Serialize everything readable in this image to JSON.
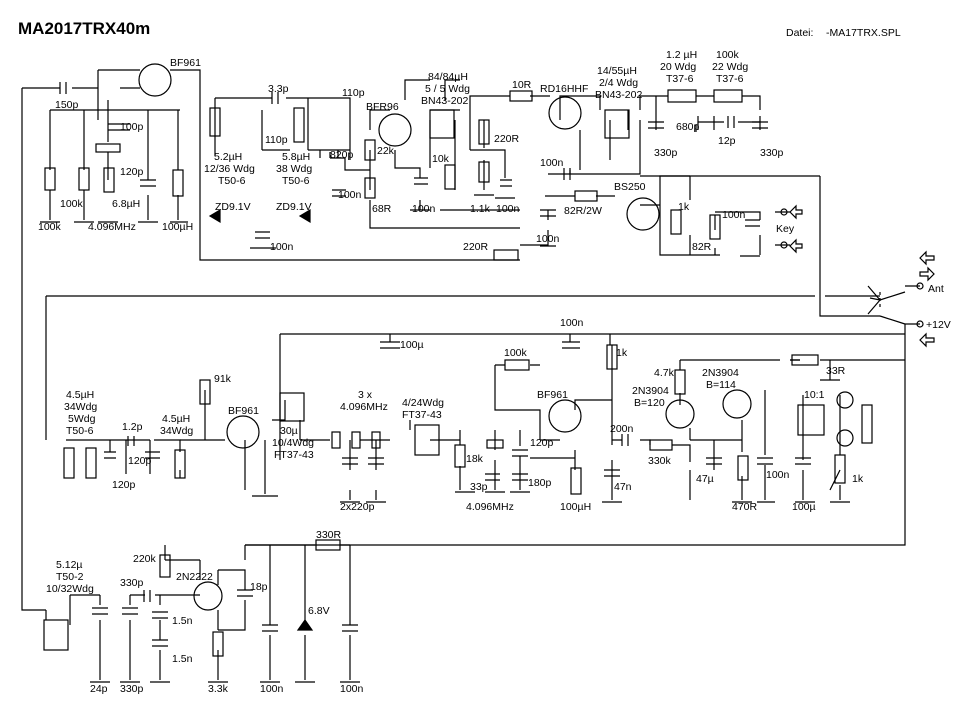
{
  "header": {
    "title": "MA2017TRX40m",
    "file_label": "Datei:",
    "file_name": "-MA17TRX.SPL"
  },
  "rx_front": {
    "q1": "BF961",
    "c_in": "150p",
    "c_bias": "100p",
    "r_gate": "100k",
    "r_gate2": "100k",
    "xtal_freq": "4.096MHz",
    "c_xtal": "120p",
    "l_xtal": "6.8µH",
    "choke": "100µH",
    "zener1": "ZD9.1V",
    "zener2": "ZD9.1V",
    "c_zener": "100n"
  },
  "rx_filter": {
    "c_couple": "3.3p",
    "c_trim1": "110p",
    "c_trim2": "110p",
    "l1_ind": "5.2µH",
    "l1_wdg": "12/36 Wdg",
    "l1_core": "T50-6",
    "l2_ind": "5.8µH",
    "l2_wdg": "38 Wdg",
    "l2_core": "T50-6",
    "c_820p": "820p",
    "q_bfr": "BFR96",
    "r_22k": "22k",
    "r_68r": "68R",
    "c_100n_a": "100n",
    "c_100n_b": "100n"
  },
  "pa_driver": {
    "t_ind": "84/84µH",
    "t_wdg": "5 / 5 Wdg",
    "t_core": "BN43-202",
    "r_10k": "10k",
    "r_220r": "220R",
    "r_1k1": "1.1k",
    "c_100n": "100n",
    "r_10r": "10R",
    "q_pa": "RD16HHF",
    "c_100n_pa": "100n"
  },
  "lowpass": {
    "t_ind": "14/55µH",
    "t_wdg": "2/4 Wdg",
    "t_core": "BN43-202",
    "l1_ind": "1.2 µH",
    "l1_wdg": "20 Wdg",
    "l1_core": "T37-6",
    "l2_ind": "100k",
    "l2_wdg": "22 Wdg",
    "l2_core": "T37-6",
    "c1": "330p",
    "c2": "680p",
    "c3": "12p",
    "c4": "330p"
  },
  "switching": {
    "q_sw": "BS250",
    "r_82r2w": "82R/2W",
    "r_1k": "1k",
    "c_100n": "100n",
    "c_100n_b": "100n",
    "r_82r": "82R",
    "key": "Key",
    "r_220r": "220R",
    "ant": "Ant",
    "vcc": "+12V"
  },
  "rx_chain": {
    "l_in_ind": "4.5µH",
    "l_in_wdg": "34Wdg",
    "l_in_wdg2": "5Wdg",
    "l_in_core": "T50-6",
    "c_12p": "1.2p",
    "c_120p_a": "120p",
    "c_120p_b": "120p",
    "l2_ind": "4.5µH",
    "l2_wdg": "34Wdg",
    "r_91k": "91k",
    "q_mix": "BF961",
    "t_mix_ind": "30µ",
    "t_mix_wdg": "10/4Wdg",
    "t_mix_core": "FT37-43",
    "xtal_count": "3 x",
    "xtal_freq": "4.096MHz",
    "c_2x220p": "2x220p",
    "t_if_wdg": "4/24Wdg",
    "t_if_core": "FT37-43",
    "r_18k": "18k",
    "c_33p": "33p",
    "xtal2_freq": "4.096MHz",
    "r_100k": "100k",
    "q_det": "BF961",
    "c_120p": "120p",
    "c_180p": "180p",
    "l_100uh": "100µH",
    "c_47n": "47n",
    "c_100n": "100n",
    "r_1k": "1k",
    "c_100u": "100µ"
  },
  "af_amp": {
    "c_200n": "200n",
    "r_330k": "330k",
    "r_47k": "4.7k",
    "q1": "2N3904",
    "q1_beta": "B=120",
    "q2": "2N3904",
    "q2_beta": "B=114",
    "r_33r": "33R",
    "c_47u": "47µ",
    "r_470r": "470R",
    "c_100n": "100n",
    "c_100u": "100µ",
    "t_ratio": "10:1",
    "r_pot": "1k"
  },
  "vfo": {
    "l_ind": "5.12µ",
    "l_core": "T50-2",
    "l_wdg": "10/32Wdg",
    "c_330p": "330p",
    "c_24p": "24p",
    "c_330p_b": "330p",
    "r_220k": "220k",
    "q_osc": "2N2222",
    "c_15n_a": "1.5n",
    "c_15n_b": "1.5n",
    "r_33k": "3.3k",
    "c_18p": "18p",
    "c_100n": "100n",
    "r_330r": "330R",
    "z_68": "6.8V",
    "c_100n_b": "100n"
  }
}
